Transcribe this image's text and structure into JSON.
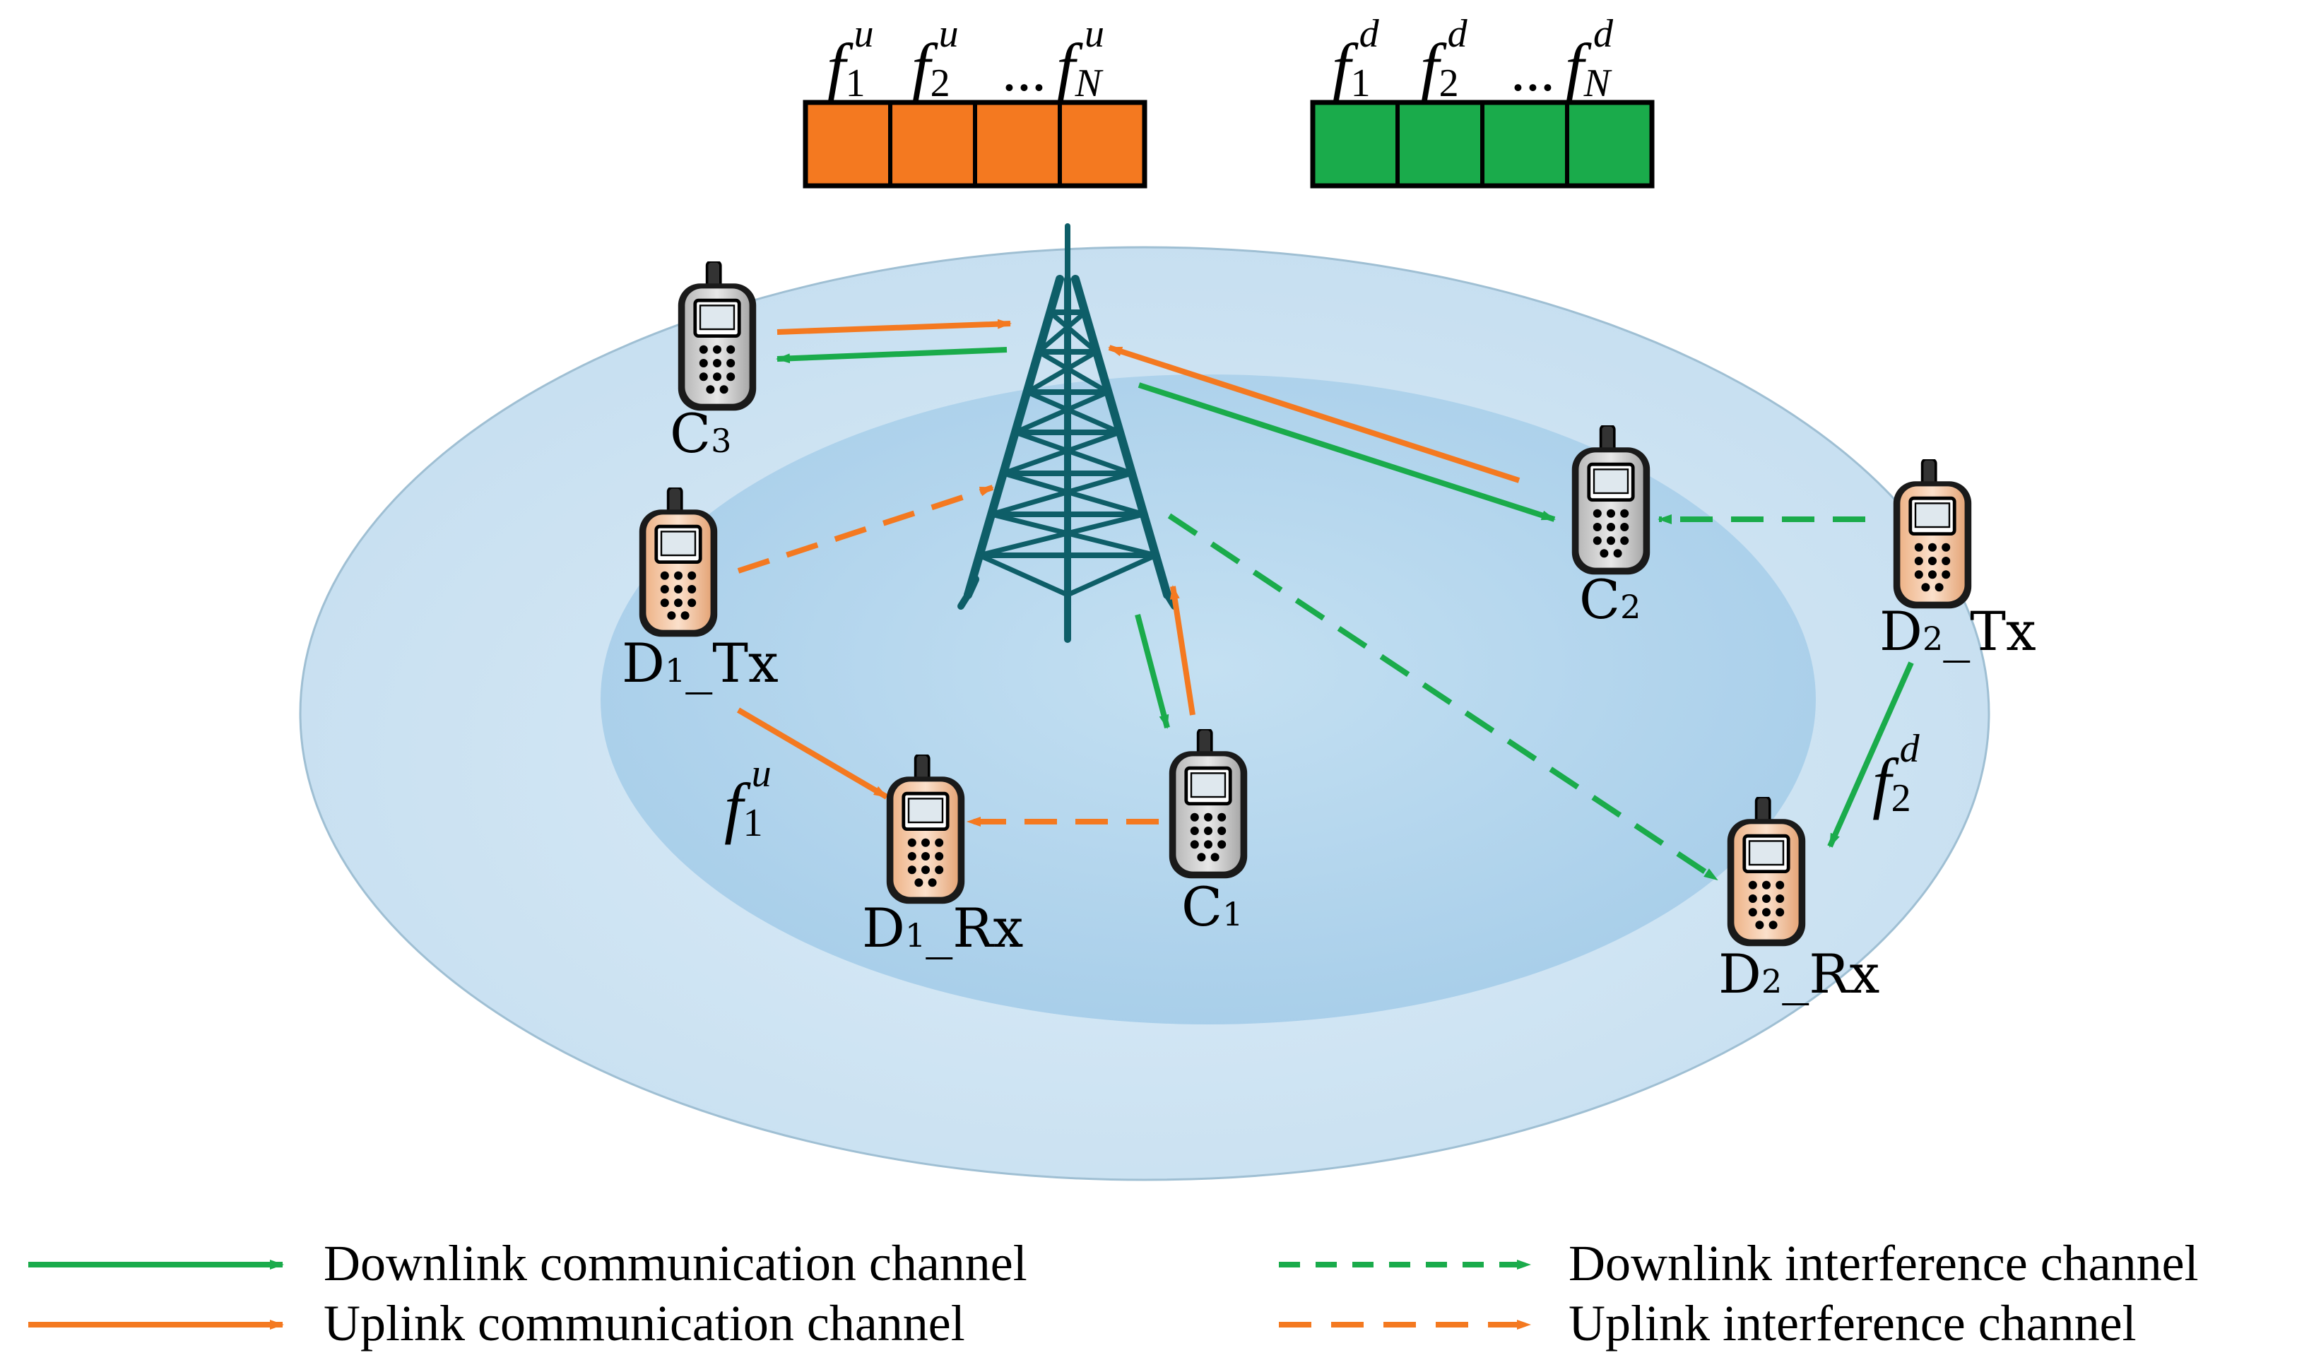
{
  "colors": {
    "uplink": "#f47920",
    "downlink": "#1aab4b",
    "tower": "#0e5e68",
    "outer_cell": "#cfe4f2",
    "inner_cell": "#aed3ec",
    "device_cellular": "#c8c8c8",
    "device_d2d": "#f6c8a6"
  },
  "uplink_bands": {
    "cells": 4,
    "symbol": "f",
    "superscript": "u",
    "subscripts": [
      "1",
      "2",
      "N"
    ],
    "ellipsis": "..."
  },
  "downlink_bands": {
    "cells": 4,
    "symbol": "f",
    "superscript": "d",
    "subscripts": [
      "1",
      "2",
      "N"
    ],
    "ellipsis": "..."
  },
  "nodes": {
    "c3": {
      "main": "C",
      "sub": "3"
    },
    "c2": {
      "main": "C",
      "sub": "2"
    },
    "c1": {
      "main": "C",
      "sub": "1"
    },
    "d1_tx": {
      "main": "D",
      "sub": "1",
      "suffix": "_Tx"
    },
    "d1_rx": {
      "main": "D",
      "sub": "1",
      "suffix": "_Rx"
    },
    "d2_tx": {
      "main": "D",
      "sub": "2",
      "suffix": "_Tx"
    },
    "d2_rx": {
      "main": "D",
      "sub": "2",
      "suffix": "_Rx"
    }
  },
  "link_labels": {
    "d1": {
      "symbol": "f",
      "superscript": "u",
      "subscript": "1"
    },
    "d2": {
      "symbol": "f",
      "superscript": "d",
      "subscript": "2"
    }
  },
  "legend": {
    "downlink_comm": "Downlink communication channel",
    "uplink_comm": "Uplink communication channel",
    "downlink_intf": "Downlink interference channel",
    "uplink_intf": "Uplink interference channel"
  }
}
